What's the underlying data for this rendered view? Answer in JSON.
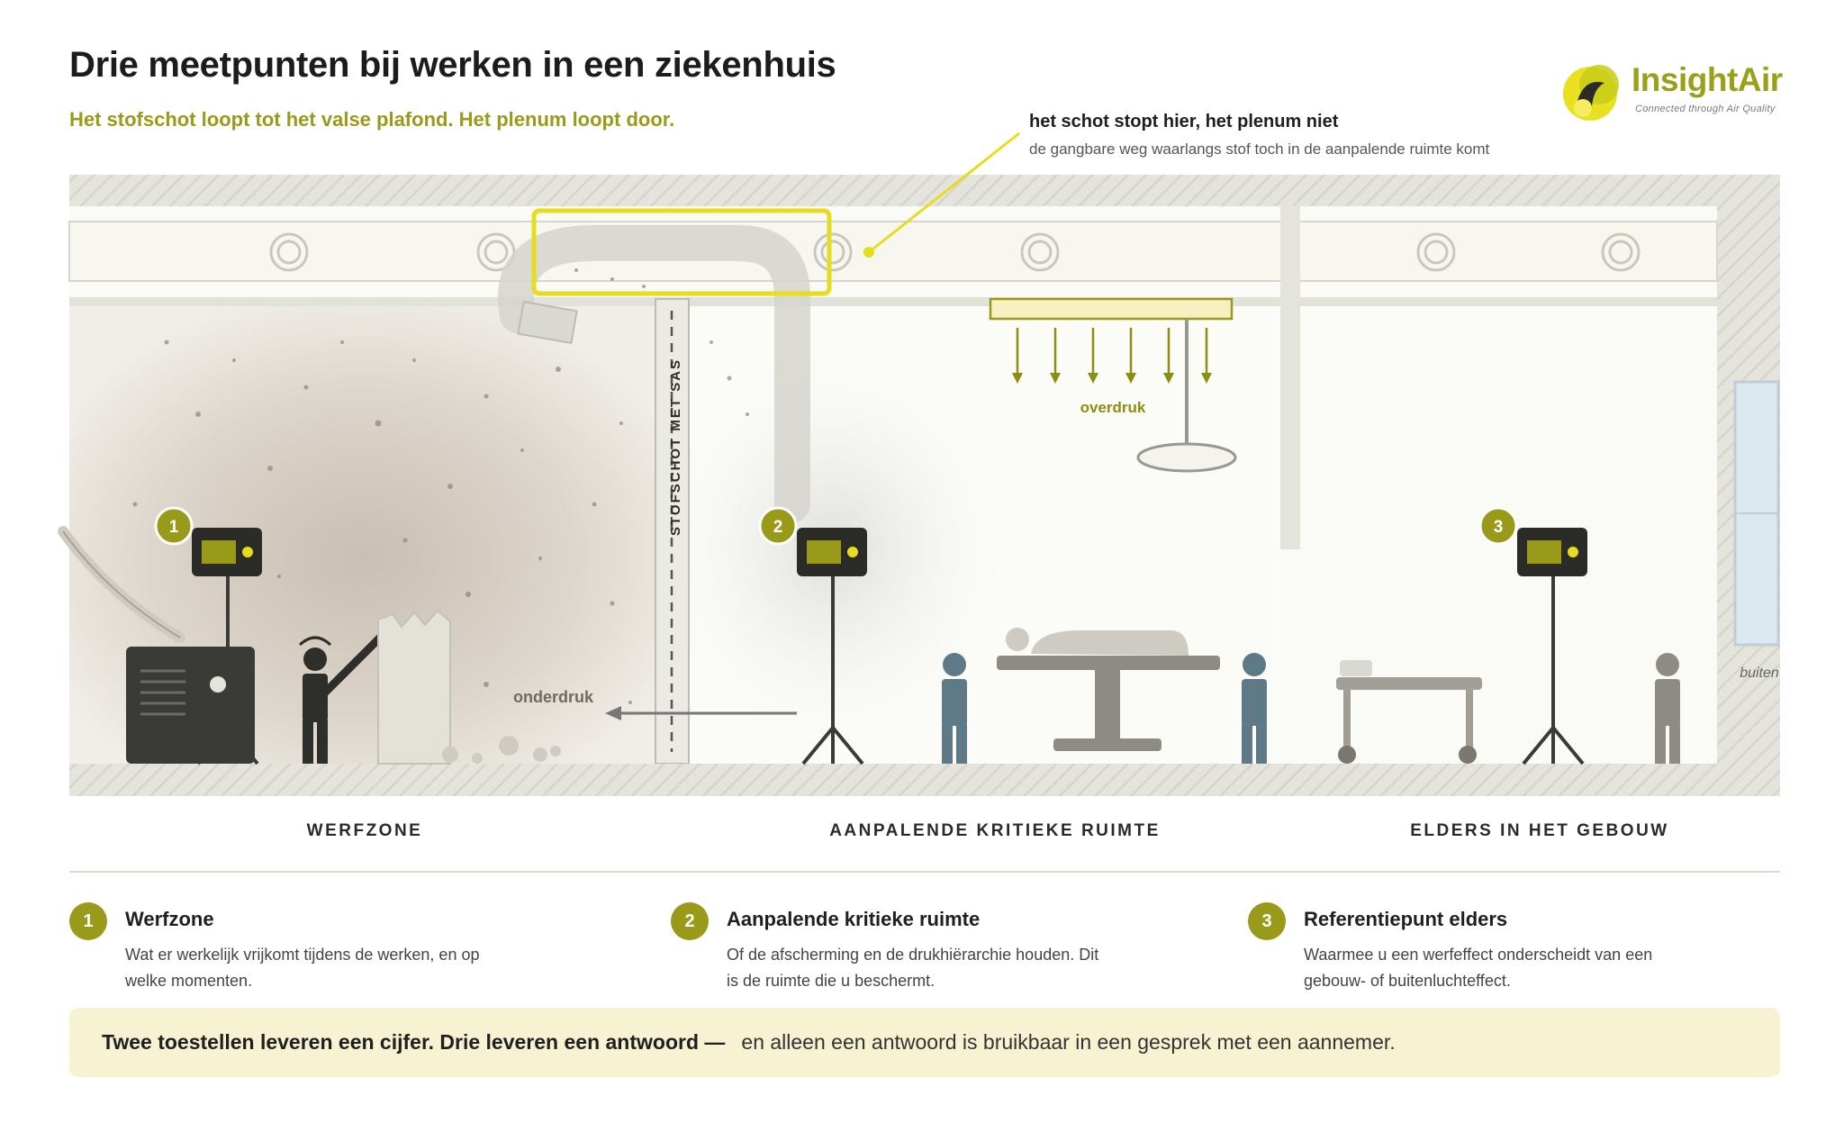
{
  "header": {
    "title": "Drie meetpunten bij werken in een ziekenhuis",
    "subtitle": "Het stofschot loopt tot het valse plafond. Het plenum loopt door."
  },
  "logo": {
    "name": "InsightAir",
    "tagline": "Connected through Air Quality"
  },
  "callout": {
    "title": "het schot stopt hier, het plenum niet",
    "subtitle": "de gangbare weg waarlangs stof toch in de aanpalende ruimte komt"
  },
  "scene": {
    "partition_label": "STOFSCHOT MET SAS",
    "underpressure_label": "onderdruk",
    "overpressure_label": "overdruk",
    "outside_label": "buiten",
    "monitors": [
      "1",
      "2",
      "3"
    ]
  },
  "zones": [
    "WERFZONE",
    "AANPALENDE KRITIEKE RUIMTE",
    "ELDERS IN HET GEBOUW"
  ],
  "legend": [
    {
      "number": "1",
      "title": "Werfzone",
      "text": "Wat er werkelijk vrijkomt tijdens de werken, en op welke momenten."
    },
    {
      "number": "2",
      "title": "Aanpalende kritieke ruimte",
      "text": "Of de afscherming en de drukhiërarchie houden. Dit is de ruimte die u beschermt."
    },
    {
      "number": "3",
      "title": "Referentiepunt elders",
      "text": "Waarmee u een werfeffect onderscheidt van een gebouw- of buitenluchteffect."
    }
  ],
  "footer": {
    "bold": "Twee toestellen leveren een cijfer. Drie leveren een antwoord —",
    "rest": "en alleen een antwoord is bruikbaar in een gesprek met een aannemer."
  },
  "colors": {
    "accent_olive": "#9a9a1a",
    "highlight_yellow": "#e6dc20",
    "monitor_dark": "#2b2b27",
    "person_blue": "#5d7a86",
    "footer_bg": "#f7f2d2"
  }
}
